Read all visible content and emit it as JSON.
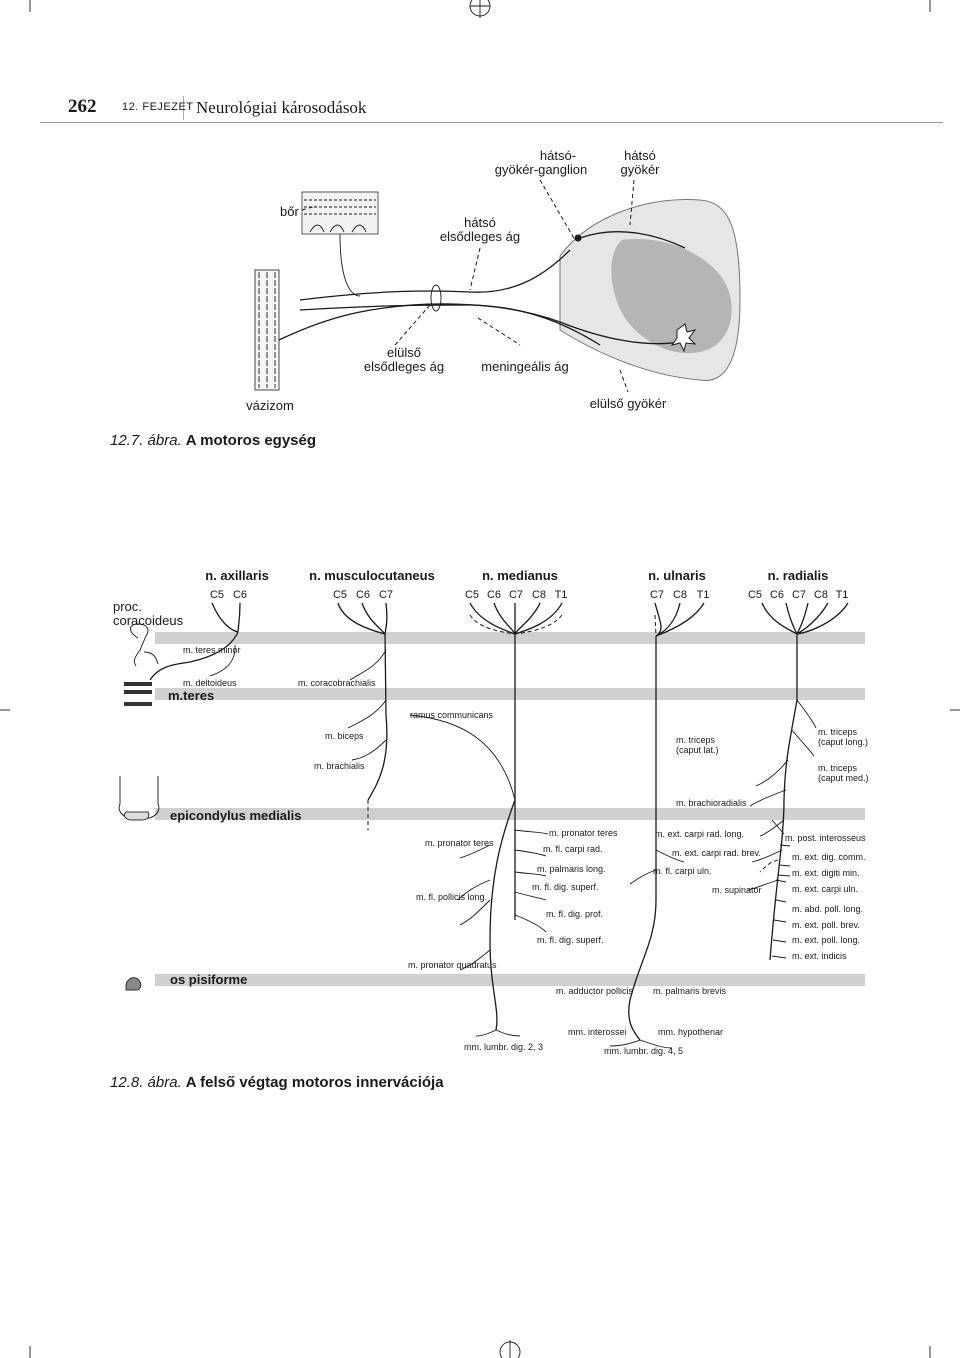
{
  "header": {
    "page_number": "262",
    "chapter": "12. FEJEZET",
    "title": "Neurológiai károsodások"
  },
  "figure_1": {
    "caption_number": "12.7. ábra.",
    "caption_text": "A motoros egység",
    "labels": {
      "dorsal_root_ganglion": [
        "hátsó-",
        "gyökér-ganglion"
      ],
      "dorsal_root": [
        "hátsó",
        "gyökér"
      ],
      "skin": "bőr",
      "dorsal_primary_branch": [
        "hátsó",
        "elsődleges ág"
      ],
      "ventral_primary_branch": [
        "elülső",
        "elsődleges ág"
      ],
      "meningeal_branch": "meningeális ág",
      "muscle": "vázizom",
      "ventral_root": "elülső gyökér"
    }
  },
  "figure_2": {
    "caption_number": "12.8. ábra.",
    "caption_text": "A felső végtag motoros innervációja",
    "nerves": [
      {
        "name": "n. axillaris",
        "roots": [
          "C5",
          "C6"
        ]
      },
      {
        "name": "n. musculocutaneus",
        "roots": [
          "C5",
          "C6",
          "C7"
        ]
      },
      {
        "name": "n. medianus",
        "roots": [
          "C5",
          "C6",
          "C7",
          "C8",
          "T1"
        ]
      },
      {
        "name": "n. ulnaris",
        "roots": [
          "C7",
          "C8",
          "T1"
        ]
      },
      {
        "name": "n. radialis",
        "roots": [
          "C5",
          "C6",
          "C7",
          "C8",
          "T1"
        ]
      }
    ],
    "bones": {
      "coracoid": [
        "proc.",
        "coracoideus"
      ],
      "teres": "m.teres",
      "epicondyle": "epicondylus medialis",
      "pisiform": "os pisiforme"
    },
    "muscles": {
      "axillaris": [
        "m. teres minor",
        "m. deltoideus"
      ],
      "musculocutaneus": [
        "m. coracobrachialis",
        "m. biceps",
        "m. brachialis"
      ],
      "communicating": "ramus communicans",
      "medianus": [
        "m. pronator teres",
        "m. fl. pollicis long.",
        "m. pronator quadratus",
        "m. pronator teres",
        "m. fl. carpi rad.",
        "m. palmaris long.",
        "m. fl. dig. superf.",
        "m. fl. dig. prof.",
        "m. fl. dig. superf.",
        "mm. lumbr. dig. 2, 3"
      ],
      "ulnaris": [
        "m. adductor pollicis",
        "m. palmaris brevis",
        "mm. interossei",
        "mm. hypothenar",
        "mm. lumbr. dig. 4, 5"
      ],
      "radialis": [
        "m. triceps",
        "(caput lat.)",
        "m. triceps",
        "(caput long.)",
        "m. triceps",
        "(caput med.)",
        "m. brachioradialis",
        "m. ext. carpi rad. long.",
        "m. ext. carpi rad. brev.",
        "m. fl. carpi uln.",
        "m. supinator",
        "m. post. interosseus",
        "m. ext. dig. comm.",
        "m. ext. digiti min.",
        "m. ext. carpi uln.",
        "m. abd. poll. long.",
        "m. ext. poll. brev.",
        "m. ext. poll. long.",
        "m. ext. indicis"
      ]
    }
  }
}
